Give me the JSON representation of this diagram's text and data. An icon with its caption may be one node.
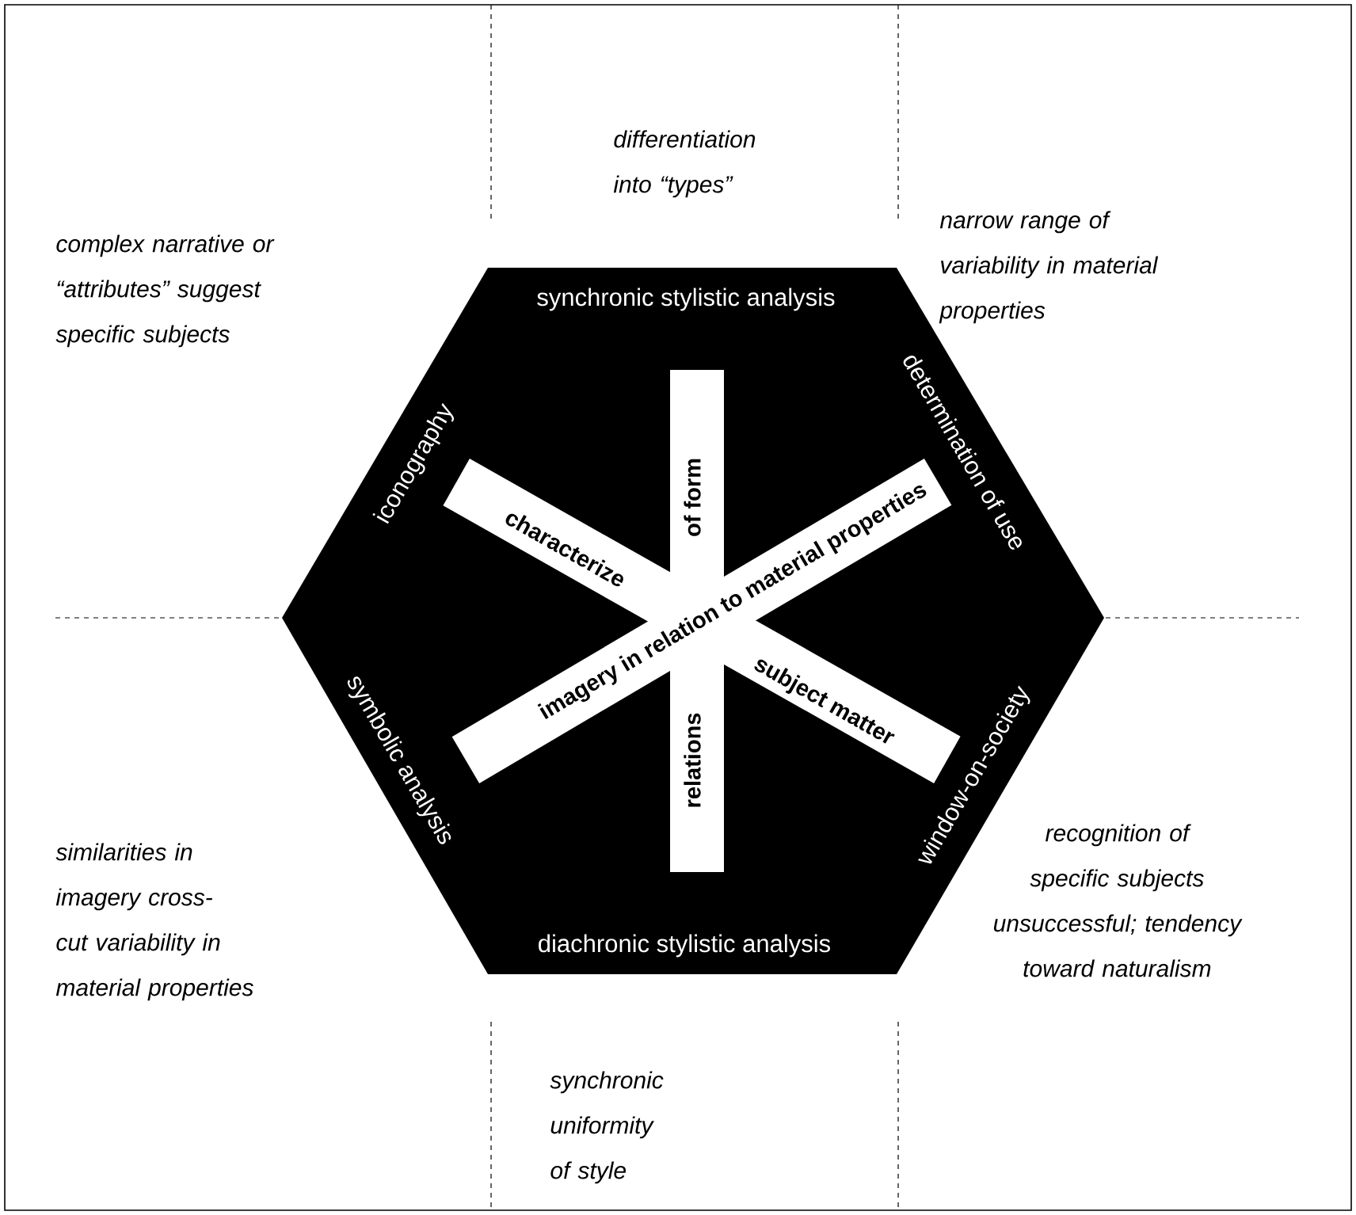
{
  "diagram": {
    "nodes": [
      {
        "text": [
          "synchronic stylistic analysis",
          "iconography",
          "determination of use",
          "symbolic analysis",
          "window-on-society",
          "diachronic stylistic analysis"
        ]
      },
      {
        "text": [
          "of form",
          "relations"
        ],
        "in": 0
      },
      {
        "text": [
          "characterize",
          "subject matter"
        ],
        "in": 0
      },
      {
        "text": [
          "imagery in relation to material properties"
        ],
        "in": 0
      }
    ],
    "labels": [
      "differentiation into “types”",
      "complex narrative or “attributes” suggest specific subjects",
      "narrow range of variability in material properties",
      "similarities in imagery cross-cut variability in material properties",
      "recognition of specific subjects unsuccessful; tendency toward naturalism",
      "synchronic uniformity of style"
    ]
  }
}
